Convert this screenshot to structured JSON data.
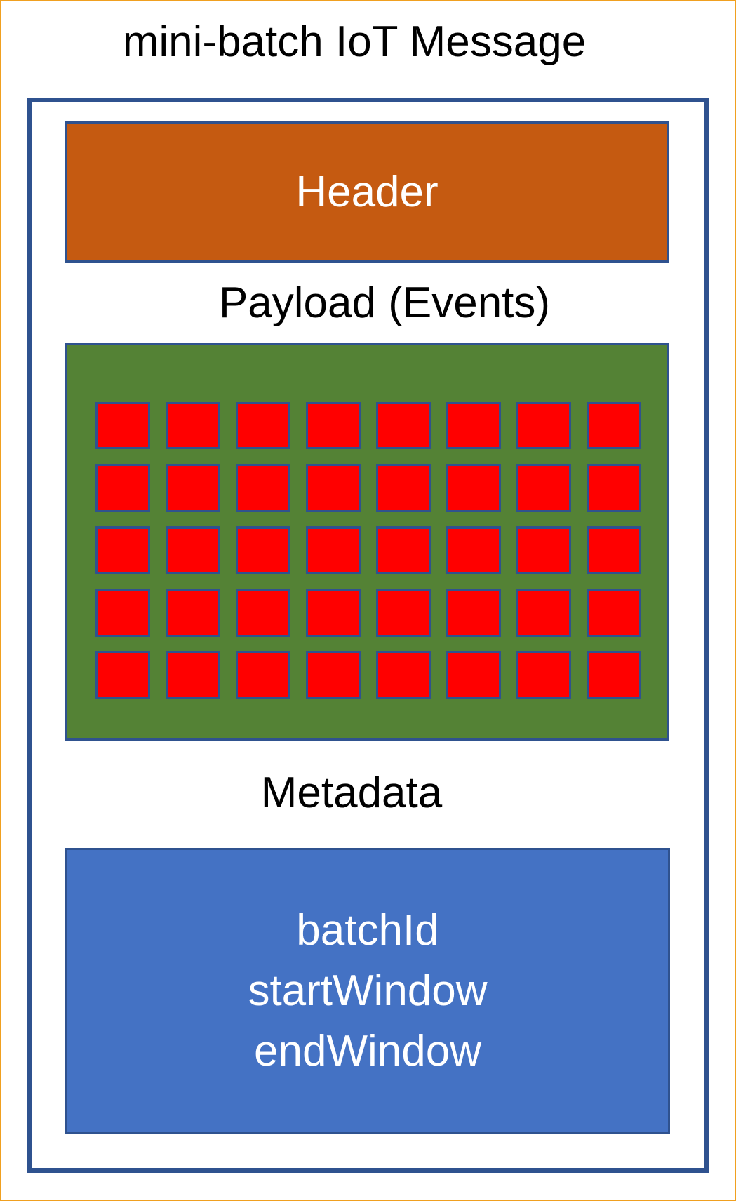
{
  "title": "mini-batch IoT Message",
  "header": {
    "label": "Header"
  },
  "payload": {
    "label": "Payload (Events)",
    "grid": {
      "rows": 5,
      "columns": 8
    }
  },
  "metadata": {
    "label": "Metadata",
    "fields": [
      "batchId",
      "startWindow",
      "endWindow"
    ]
  },
  "colors": {
    "frame": "#f0a020",
    "border": "#2f528f",
    "header_fill": "#c55a11",
    "payload_fill": "#548235",
    "event_fill": "#ff0000",
    "metadata_fill": "#4472c4"
  }
}
